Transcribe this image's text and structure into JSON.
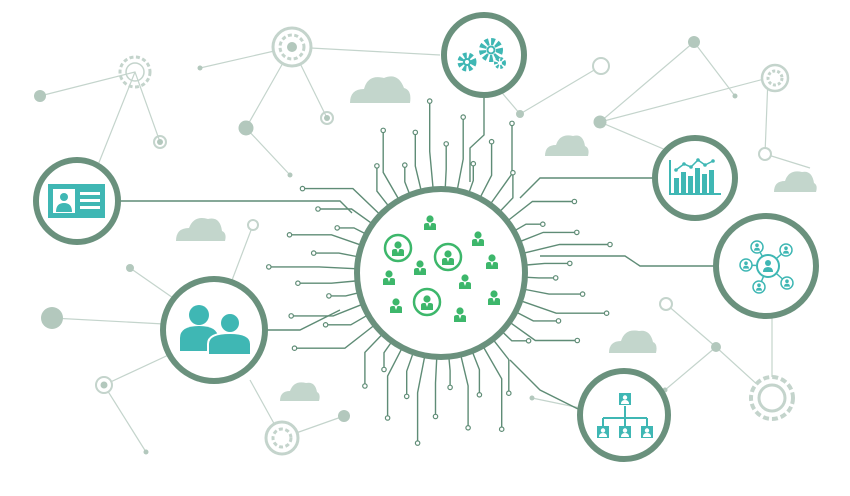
{
  "colors": {
    "ring": "#6a917d",
    "teal": "#3fb7b4",
    "green": "#3db76b",
    "line_light": "#c4d4cc",
    "circuit": "#5f8c76",
    "cloud": "#c3d6cc"
  },
  "nodes": [
    {
      "name": "network-hub-people-icon",
      "icon": "people-network-icon"
    },
    {
      "name": "id-card-node",
      "icon": "id-card-icon"
    },
    {
      "name": "gears-node",
      "icon": "gears-icon"
    },
    {
      "name": "chart-node",
      "icon": "bar-line-chart-icon"
    },
    {
      "name": "user-network-node",
      "icon": "user-network-icon"
    },
    {
      "name": "team-node",
      "icon": "two-users-icon"
    },
    {
      "name": "org-chart-node",
      "icon": "org-chart-icon"
    }
  ]
}
